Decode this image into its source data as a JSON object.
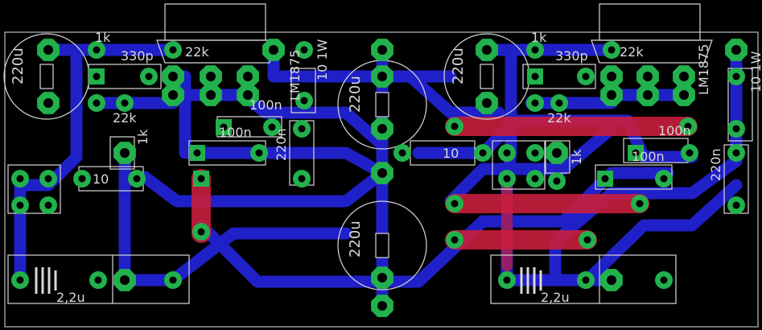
{
  "colors": {
    "background": "#000000",
    "bottom_copper": "#2020c8",
    "top_copper": "#c81e3c",
    "pad": "#22b14c",
    "drill": "#000000",
    "silkscreen": "#d8d8d8",
    "outline": "#bdbdbd"
  },
  "labels": {
    "c1": "220u",
    "r1": "1k",
    "c2": "330p",
    "r2": "22k",
    "r3": "22k",
    "r4": "1k",
    "c3": "100n",
    "c4": "100n",
    "c5": "220n",
    "r5": "10 1W",
    "ic1": "LM1875",
    "r6": "10",
    "c6": "220u",
    "c7": "220u",
    "c8": "2,2u",
    "c9": "220u",
    "r7": "1k",
    "c10": "330p",
    "r8": "22k",
    "r9": "22k",
    "ic2": "LM1875",
    "r10": "10 1W",
    "c11": "100n",
    "c12": "100n",
    "c13": "220n",
    "r11": "10",
    "r12": "1k",
    "c14": "2,2u"
  }
}
